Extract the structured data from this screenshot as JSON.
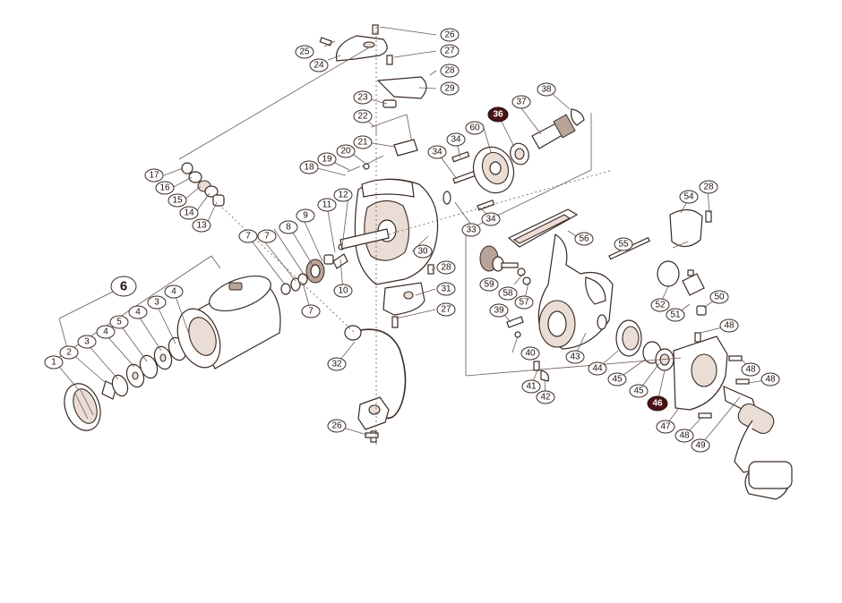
{
  "colors": {
    "line": "#3a2a22",
    "leader": "#6b5a52",
    "part_tint": "#e9ddd6",
    "highlight_callout": "#4a1214",
    "background": "#ffffff"
  },
  "callouts": [
    "1",
    "2",
    "3",
    "4",
    "5",
    "6",
    "7",
    "8",
    "9",
    "10",
    "11",
    "12",
    "13",
    "14",
    "15",
    "16",
    "17",
    "18",
    "19",
    "20",
    "21",
    "22",
    "23",
    "24",
    "25",
    "26",
    "27",
    "28",
    "29",
    "30",
    "31",
    "32",
    "33",
    "34",
    "36",
    "37",
    "38",
    "39",
    "40",
    "41",
    "42",
    "43",
    "44",
    "45",
    "46",
    "47",
    "48",
    "49",
    "50",
    "51",
    "52",
    "54",
    "55",
    "56",
    "57",
    "58",
    "59",
    "60"
  ],
  "highlighted_callouts": [
    "36",
    "46"
  ],
  "group_label": "6"
}
